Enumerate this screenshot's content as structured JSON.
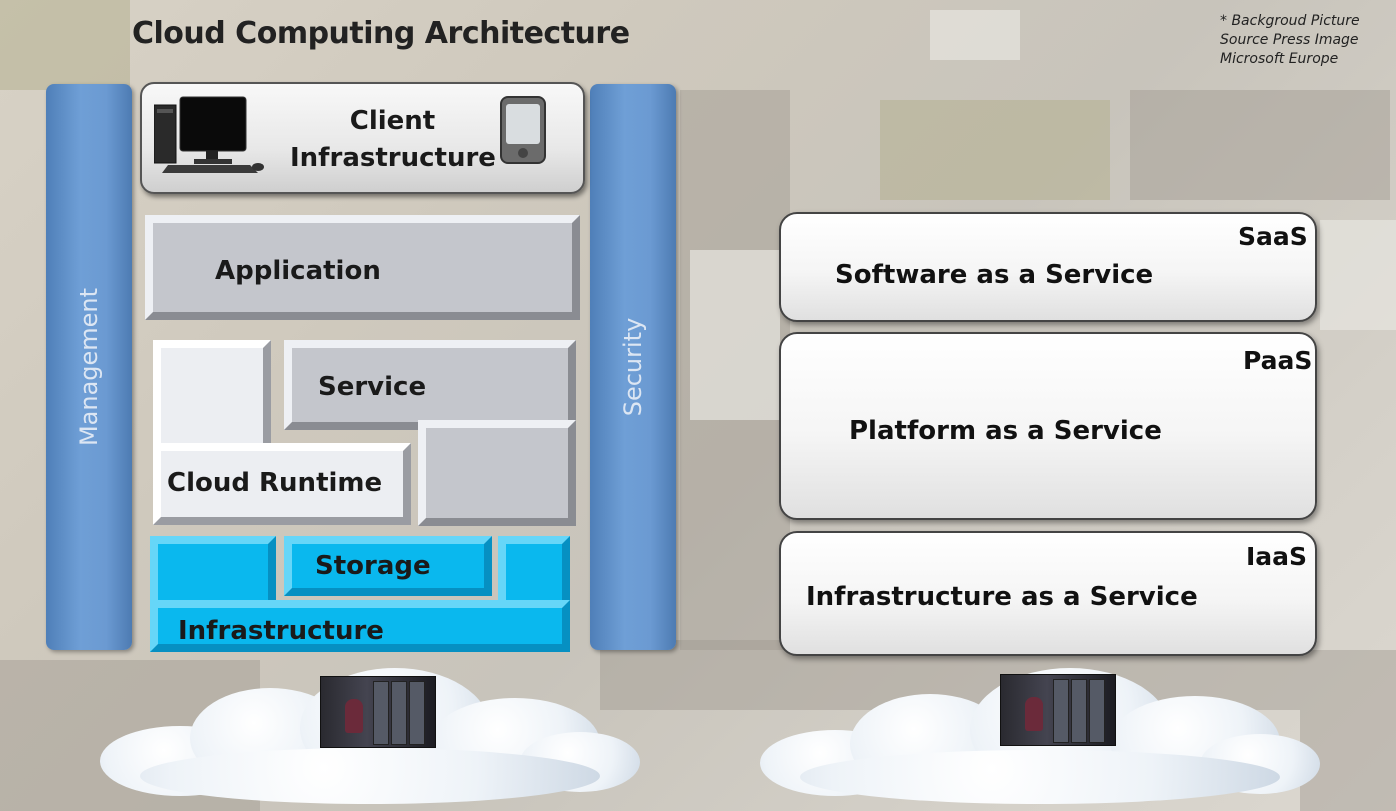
{
  "title": "Cloud Computing Architecture",
  "credit": [
    "* Backgroud Picture",
    "Source Press Image",
    "Microsoft Europe"
  ],
  "pillars": {
    "management": "Management",
    "security": "Security"
  },
  "stack": {
    "client": [
      "Client",
      "Infrastructure"
    ],
    "application": "Application",
    "service": "Service",
    "cloud_runtime": "Cloud Runtime",
    "storage": "Storage",
    "infrastructure": "Infrastructure"
  },
  "service_models": [
    {
      "abbr": "SaaS",
      "name": "Software as a Service"
    },
    {
      "abbr": "PaaS",
      "name": "Platform as a Service"
    },
    {
      "abbr": "IaaS",
      "name": "Infrastructure as a Service"
    }
  ],
  "colors": {
    "pillar_blue": "#6f9fd6",
    "infrastructure_cyan": "#0ab8ee",
    "layer_grey": "#c4c6cc"
  },
  "icons": [
    "desktop-computer-icon",
    "mobile-device-icon",
    "datacenter-cloud-icon"
  ]
}
